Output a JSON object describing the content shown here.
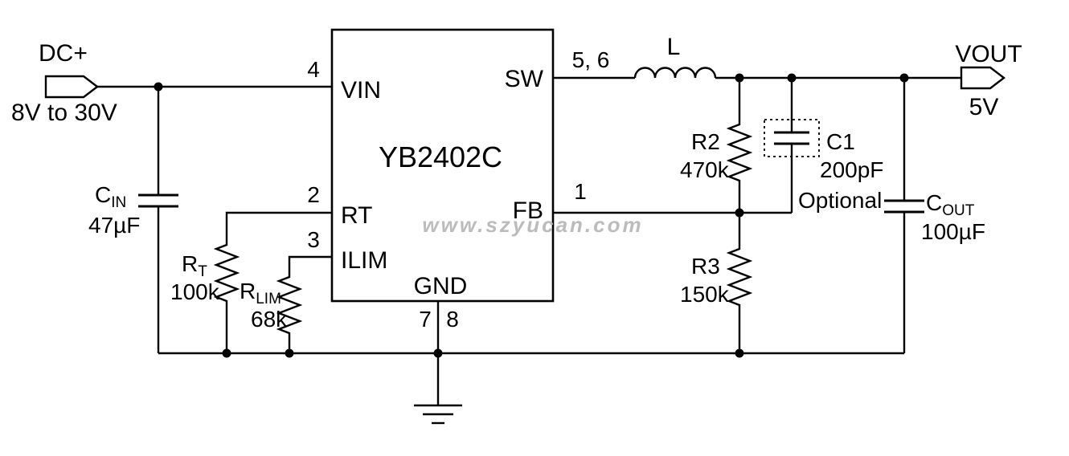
{
  "ic": {
    "name": "YB2402C",
    "pins": {
      "vin": {
        "label": "VIN",
        "number": "4"
      },
      "rt": {
        "label": "RT",
        "number": "2"
      },
      "ilim": {
        "label": "ILIM",
        "number": "3"
      },
      "sw": {
        "label": "SW",
        "number": "5, 6"
      },
      "fb": {
        "label": "FB",
        "number": "1"
      },
      "gnd": {
        "label": "GND",
        "number_left": "7",
        "number_right": "8"
      }
    }
  },
  "input": {
    "label": "DC+",
    "range": "8V to 30V"
  },
  "output": {
    "label": "VOUT",
    "value": "5V"
  },
  "components": {
    "cin": {
      "ref": "C",
      "sub": "IN",
      "value": "47µF"
    },
    "rt": {
      "ref": "R",
      "sub": "T",
      "value": "100k"
    },
    "rlim": {
      "ref": "R",
      "sub": "LIM",
      "value": "68k"
    },
    "inductor": {
      "ref": "L"
    },
    "r2": {
      "ref": "R2",
      "value": "470k"
    },
    "r3": {
      "ref": "R3",
      "value": "150k"
    },
    "c1": {
      "ref": "C1",
      "value": "200pF",
      "note": "Optional"
    },
    "cout": {
      "ref": "C",
      "sub": "OUT",
      "value": "100µF"
    }
  },
  "watermark": "www.szyucan.com"
}
